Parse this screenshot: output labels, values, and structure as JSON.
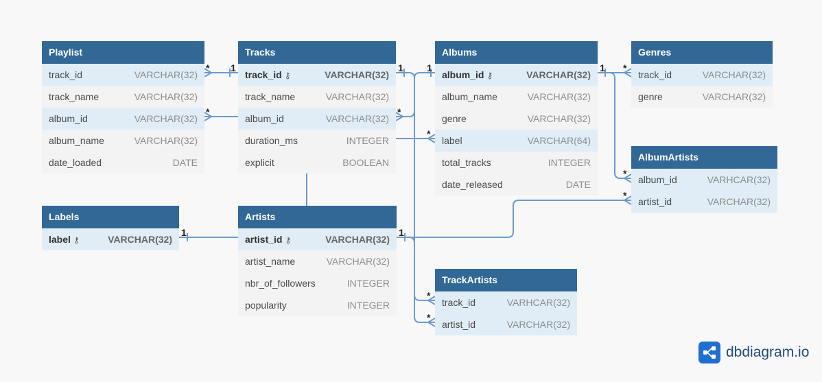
{
  "tables": {
    "playlist": {
      "title": "Playlist",
      "columns": [
        {
          "name": "track_id",
          "type": "VARCHAR(32)"
        },
        {
          "name": "track_name",
          "type": "VARCHAR(32)"
        },
        {
          "name": "album_id",
          "type": "VARCHAR(32)"
        },
        {
          "name": "album_name",
          "type": "VARCHAR(32)"
        },
        {
          "name": "date_loaded",
          "type": "DATE"
        }
      ]
    },
    "tracks": {
      "title": "Tracks",
      "columns": [
        {
          "name": "track_id",
          "type": "VARCHAR(32)",
          "pk": true
        },
        {
          "name": "track_name",
          "type": "VARCHAR(32)"
        },
        {
          "name": "album_id",
          "type": "VARCHAR(32)"
        },
        {
          "name": "duration_ms",
          "type": "INTEGER"
        },
        {
          "name": "explicit",
          "type": "BOOLEAN"
        }
      ]
    },
    "albums": {
      "title": "Albums",
      "columns": [
        {
          "name": "album_id",
          "type": "VARCHAR(32)",
          "pk": true
        },
        {
          "name": "album_name",
          "type": "VARCHAR(32)"
        },
        {
          "name": "genre",
          "type": "VARCHAR(32)"
        },
        {
          "name": "label",
          "type": "VARCHAR(64)"
        },
        {
          "name": "total_tracks",
          "type": "INTEGER"
        },
        {
          "name": "date_released",
          "type": "DATE"
        }
      ]
    },
    "genres": {
      "title": "Genres",
      "columns": [
        {
          "name": "track_id",
          "type": "VARCHAR(32)"
        },
        {
          "name": "genre",
          "type": "VARCHAR(32)"
        }
      ]
    },
    "album_artists": {
      "title": "AlbumArtists",
      "columns": [
        {
          "name": "album_id",
          "type": "VARHCAR(32)"
        },
        {
          "name": "artist_id",
          "type": "VARCHAR(32)"
        }
      ]
    },
    "labels": {
      "title": "Labels",
      "columns": [
        {
          "name": "label",
          "type": "VARCHAR(32)",
          "pk": true
        }
      ]
    },
    "artists": {
      "title": "Artists",
      "columns": [
        {
          "name": "artist_id",
          "type": "VARCHAR(32)",
          "pk": true
        },
        {
          "name": "artist_name",
          "type": "VARCHAR(32)"
        },
        {
          "name": "nbr_of_followers",
          "type": "INTEGER"
        },
        {
          "name": "popularity",
          "type": "INTEGER"
        }
      ]
    },
    "track_artists": {
      "title": "TrackArtists",
      "columns": [
        {
          "name": "track_id",
          "type": "VARHCAR(32)"
        },
        {
          "name": "artist_id",
          "type": "VARCHAR(32)"
        }
      ]
    }
  },
  "cardinality": {
    "one": "1",
    "many": "*"
  },
  "brand": {
    "name": "dbdiagram.io",
    "icon": "share-nodes-icon",
    "color": "#1f6fd1"
  },
  "colors": {
    "header": "#316896",
    "highlight_row": "#e0edf6",
    "edge": "#6a9bcb"
  }
}
